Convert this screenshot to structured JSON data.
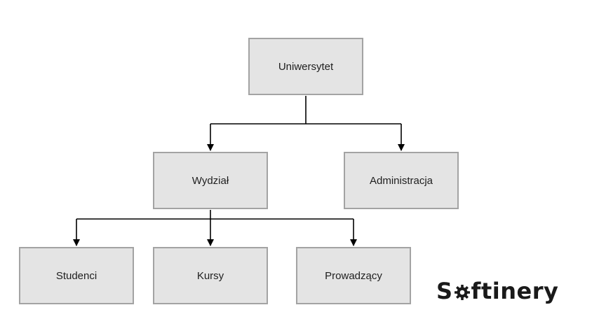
{
  "diagram": {
    "nodes": {
      "uniwersytet": "Uniwersytet",
      "wydzial": "Wydział",
      "administracja": "Administracja",
      "studenci": "Studenci",
      "kursy": "Kursy",
      "prowadzacy": "Prowadzący"
    },
    "edges": [
      [
        "Uniwersytet",
        "Wydział"
      ],
      [
        "Uniwersytet",
        "Administracja"
      ],
      [
        "Wydział",
        "Studenci"
      ],
      [
        "Wydział",
        "Kursy"
      ],
      [
        "Wydział",
        "Prowadzący"
      ]
    ],
    "colors": {
      "node_fill": "#e4e4e4",
      "node_border": "#a3a3a3",
      "connector": "#000000"
    }
  },
  "watermark": {
    "text": "Softinery",
    "icon": "gear-icon"
  }
}
